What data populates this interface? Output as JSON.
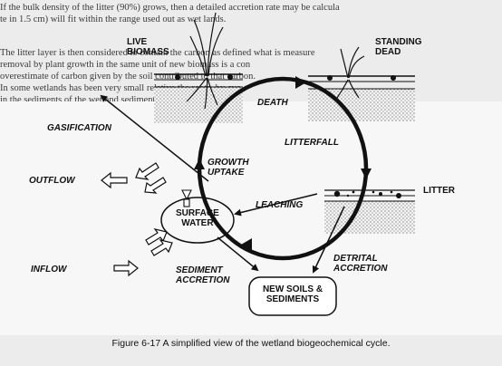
{
  "background_text": [
    "If the bulk density of the litter (90%) grows, then a detailed accretion rate may be calcula",
    "te in 1.5 cm) will fit within the range used out as wet lands.",
    "The litter layer is then considered to contain the carbon as defined what is measure",
    "removal by plant growth in the same unit of new biomass is a con",
    "overestimate of carbon given by the soil contributed to that carbon.",
    "In some wetlands has been very small relative the roots, by cyc",
    "in the sediments of the wetland sediment"
  ],
  "labels": {
    "live_biomass": "LIVE\nBIOMASS",
    "standing_dead": "STANDING\nDEAD",
    "death": "DEATH",
    "litterfall": "LITTERFALL",
    "growth_uptake": "GROWTH\nUPTAKE",
    "leaching": "LEACHING",
    "litter": "LITTER",
    "gasification": "GASIFICATION",
    "outflow": "OUTFLOW",
    "inflow": "INFLOW",
    "surface_water": "SURFACE\nWATER",
    "sediment_accretion": "SEDIMENT\nACCRETION",
    "detrital_accretion": "DETRITAL\nACCRETION",
    "new_soils": "NEW SOILS &\nSEDIMENTS"
  },
  "caption": "Figure 6-17  A simplified view of the wetland biogeochemical cycle."
}
